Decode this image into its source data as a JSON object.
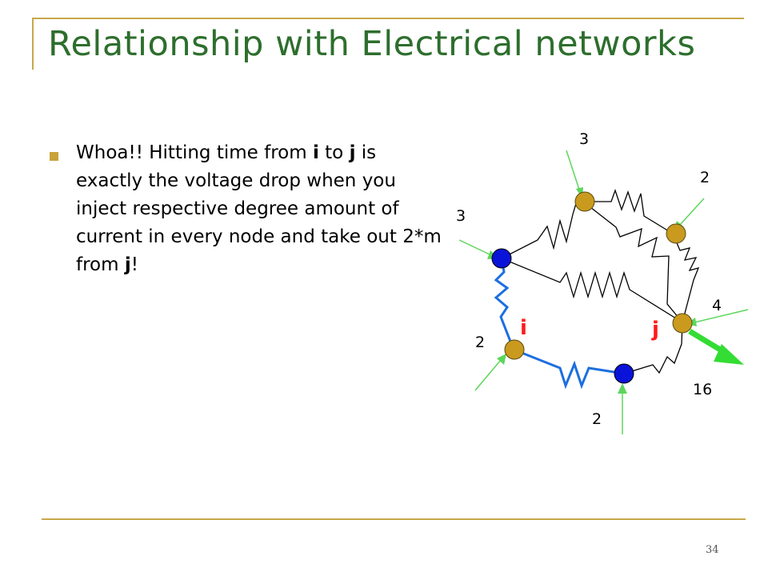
{
  "slide": {
    "title": "Relationship with Electrical networks",
    "page_number": "34"
  },
  "bullet": {
    "t1": "Whoa!! Hitting time from ",
    "i": "i",
    "t2": " to ",
    "j": "j",
    "t3": " is exactly the voltage drop when you inject respective degree amount of current in every node and take out 2*m from ",
    "j2": "j",
    "t4": "!"
  },
  "diagram": {
    "node_labels": {
      "i": "i",
      "j": "j"
    },
    "current_labels": {
      "top": "3",
      "top_right": "2",
      "left": "3",
      "right": "4",
      "bottom_left": "2",
      "bottom": "2",
      "out": "16"
    },
    "colors": {
      "gold_node": "#c99a1e",
      "blue_node": "#0a14d8",
      "blue_edge": "#1c6fe0",
      "arrow_green": "#5cd65c",
      "out_arrow": "#33dd33",
      "label_red": "#ff1a1a"
    }
  }
}
